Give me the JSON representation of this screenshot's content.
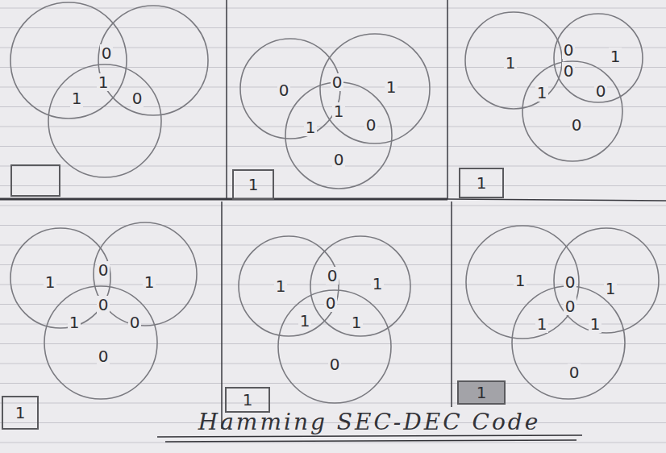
{
  "diagram": {
    "title": "Hamming SEC-DEC Code",
    "nodes": [
      {
        "text": [
          "1"
        ]
      },
      {
        "text": [
          "1"
        ]
      },
      {
        "text": [
          "1"
        ]
      },
      {
        "text": [
          "1"
        ]
      },
      {
        "text": [
          "1"
        ]
      }
    ],
    "labels": [
      "0",
      "1",
      "1",
      "0",
      "0",
      "0",
      "1",
      "1",
      "1",
      "0",
      "0",
      "1",
      "0",
      "1",
      "0",
      "1",
      "0",
      "0",
      "1",
      "0",
      "1",
      "0",
      "1",
      "0",
      "0",
      "1",
      "0",
      "1",
      "0",
      "1",
      "1",
      "0",
      "1",
      "0",
      "1",
      "0",
      "1",
      "1",
      "0"
    ]
  }
}
